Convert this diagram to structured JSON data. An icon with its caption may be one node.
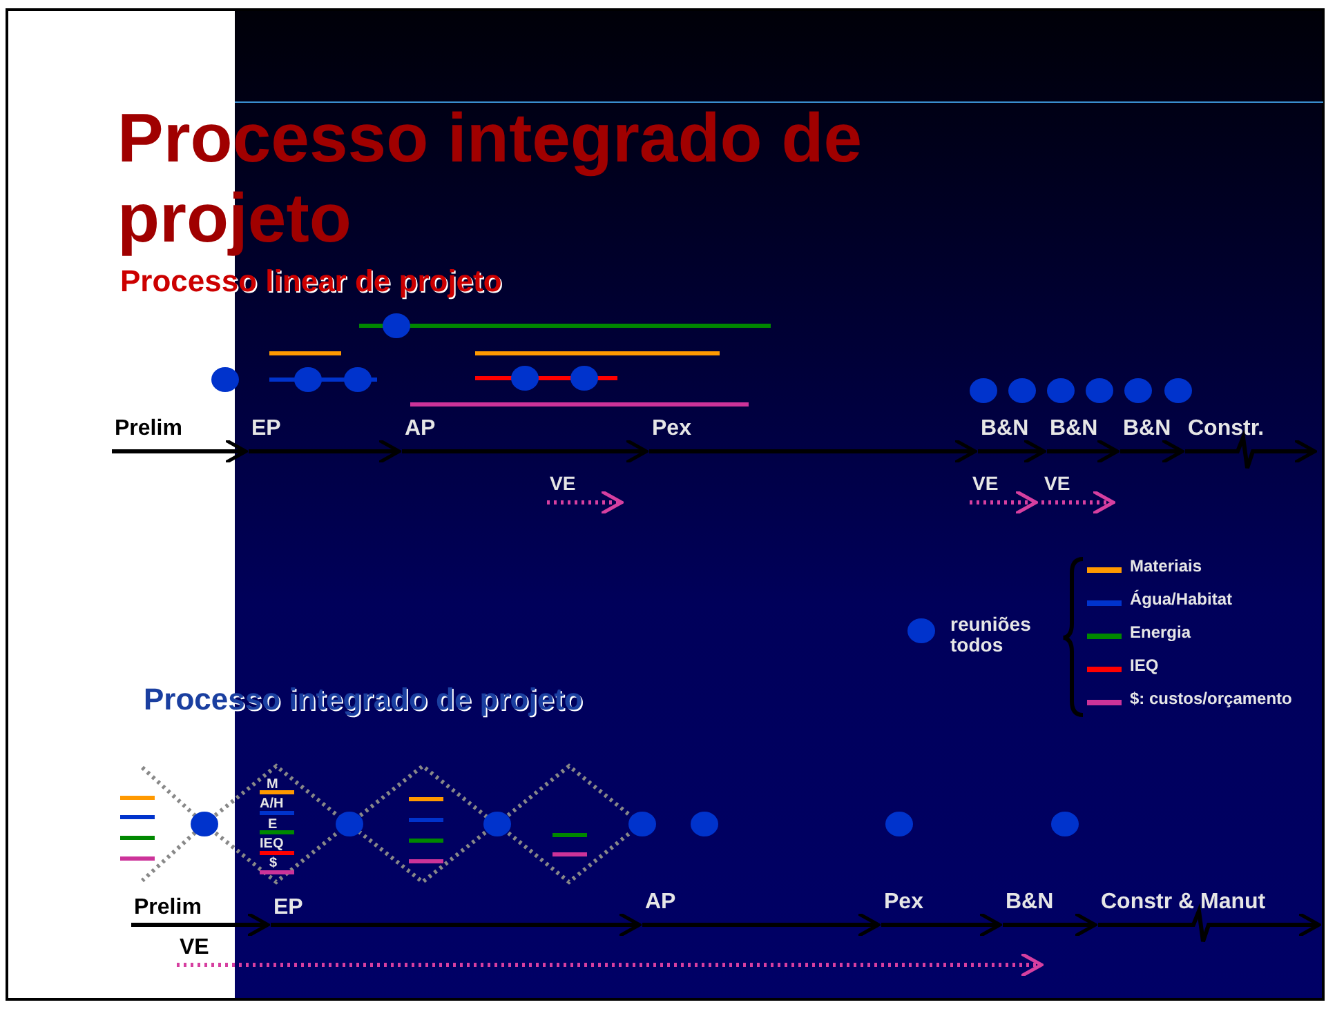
{
  "diagram": {
    "title": "Processo integrado de projeto",
    "nodes": [
      {
        "text": [
          "Prelim"
        ]
      },
      {
        "text": [
          "EP"
        ]
      },
      {
        "text": [
          "AP"
        ]
      },
      {
        "text": [
          "Pex"
        ]
      },
      {
        "text": [
          "B&N"
        ]
      },
      {
        "text": [
          "B&N"
        ]
      },
      {
        "text": [
          "B&N"
        ]
      },
      {
        "text": [
          "Constr."
        ]
      },
      {
        "text": [
          "VE"
        ]
      },
      {
        "text": [
          "VE"
        ]
      },
      {
        "text": [
          "VE"
        ]
      },
      {
        "text": [
          "Prelim"
        ]
      },
      {
        "text": [
          "EP"
        ]
      },
      {
        "text": [
          "AP"
        ]
      },
      {
        "text": [
          "Pex"
        ]
      },
      {
        "text": [
          "B&N"
        ]
      },
      {
        "text": [
          "Constr & Manut"
        ]
      },
      {
        "text": [
          "VE"
        ]
      }
    ],
    "edges": [
      {
        "from": 0,
        "to": 1,
        "arrow": "to"
      },
      {
        "from": 1,
        "to": 2,
        "arrow": "to"
      },
      {
        "from": 2,
        "to": 3,
        "arrow": "to"
      },
      {
        "from": 3,
        "to": 4,
        "arrow": "to"
      },
      {
        "from": 4,
        "to": 5,
        "arrow": "to"
      },
      {
        "from": 5,
        "to": 6,
        "arrow": "to"
      },
      {
        "from": 6,
        "to": 7,
        "arrow": "to"
      },
      {
        "from": 7,
        "to": null,
        "arrow": "to"
      },
      {
        "from": 8,
        "to": null,
        "arrow": "to",
        "style": "dashed",
        "color": "#d63fa0"
      },
      {
        "from": 9,
        "to": null,
        "arrow": "to",
        "style": "dashed",
        "color": "#d63fa0"
      },
      {
        "from": 10,
        "to": null,
        "arrow": "to",
        "style": "dashed",
        "color": "#d63fa0"
      },
      {
        "from": 11,
        "to": 12,
        "arrow": "to"
      },
      {
        "from": 12,
        "to": 13,
        "arrow": "to"
      },
      {
        "from": 13,
        "to": 14,
        "arrow": "to"
      },
      {
        "from": 14,
        "to": 15,
        "arrow": "to"
      },
      {
        "from": 15,
        "to": 16,
        "arrow": "to"
      },
      {
        "from": 16,
        "to": null,
        "arrow": "to"
      },
      {
        "from": 17,
        "to": 15,
        "arrow": "to",
        "style": "dashed",
        "color": "#d63fa0"
      }
    ],
    "labels": [
      "Processo linear de projeto",
      "Processo integrado de projeto",
      "M",
      "A/H",
      "E",
      "IEQ",
      "$"
    ],
    "legend": [
      {
        "text": "reuniões todos"
      },
      {
        "text": "Materiais",
        "color": "#ff9900"
      },
      {
        "text": "Água/Habitat",
        "color": "#0033cc"
      },
      {
        "text": "Energia",
        "color": "#008800"
      },
      {
        "text": "IEQ",
        "color": "#ff0000"
      },
      {
        "text": "$: custos/orçamento",
        "color": "#cc3399"
      }
    ]
  }
}
